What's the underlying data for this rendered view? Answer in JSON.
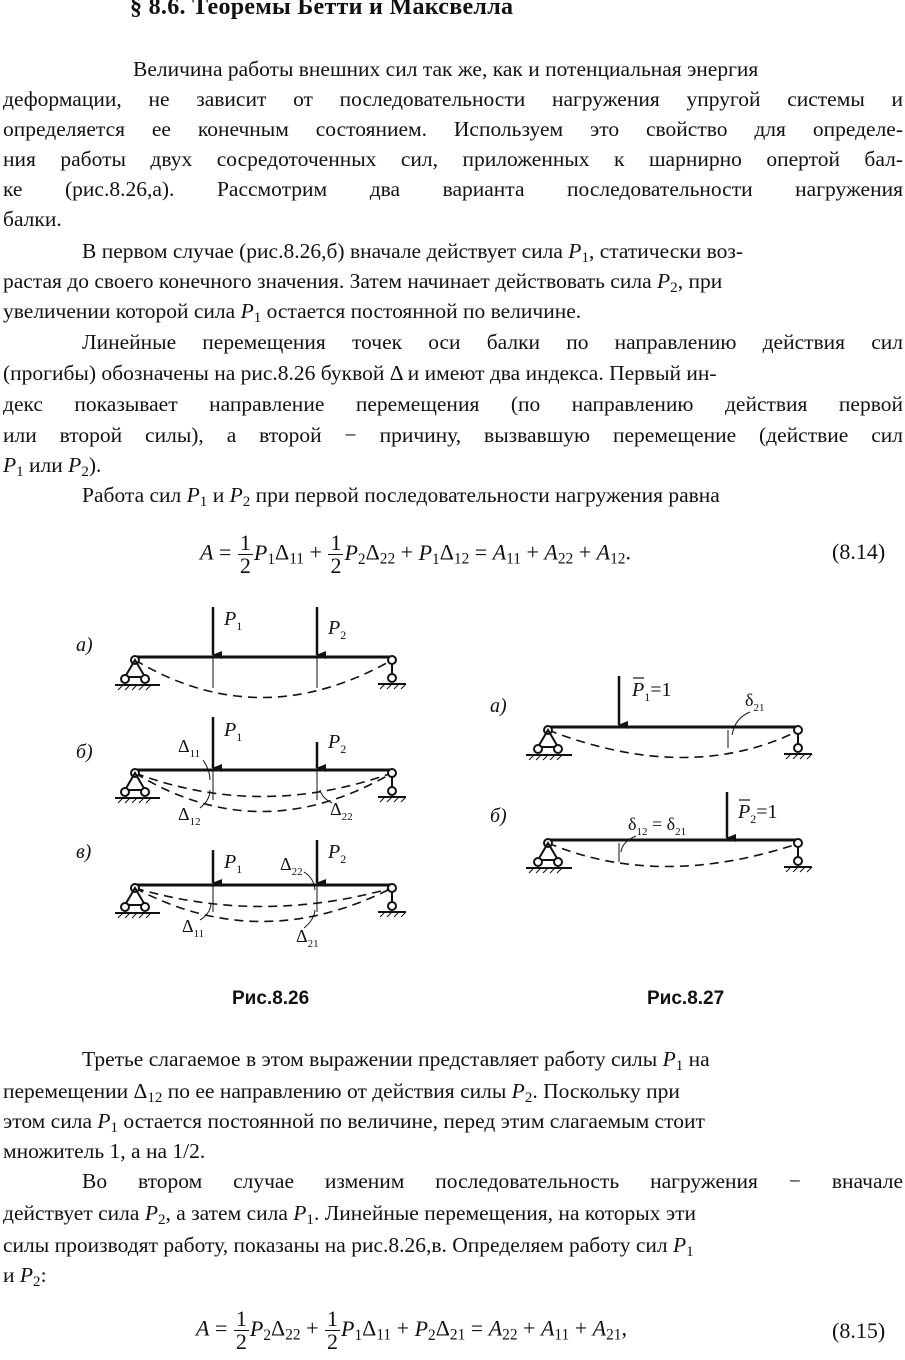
{
  "title": "§ 8.6.  Теоремы  Бетти  и  Максвелла",
  "para1": [
    "Величина работы внешних сил так же, как и потенциальная энергия",
    "деформации, не зависит от последовательности нагружения упругой системы и",
    "определяется ее конечным состоянием. Используем это свойство для определе-",
    "ния работы двух сосредоточенных сил, приложенных к шарнирно опертой бал-",
    "ке (рис.8.26,а).  Рассмотрим  два  варианта  последовательности  нагружения",
    "балки."
  ],
  "para2": {
    "l1a": "В первом случае (рис.8.26,б) вначале действует сила ",
    "l1b": ", статически воз-",
    "l2a": "растая до своего конечного значения. Затем начинает действовать сила ",
    "l2b": ", при",
    "l3a": "увеличении которой сила ",
    "l3b": " остается постоянной по величине."
  },
  "para3": {
    "l1": "Линейные перемещения точек оси балки по направлению действия сил",
    "l2a": "(прогибы) обозначены на рис.8.26 буквой ",
    "l2b": " и имеют два индекса. Первый ин-",
    "l3": "декс показывает направление перемещения (по направлению действия первой",
    "l4": "или второй силы), а второй − причину, вызвавшую перемещение (действие сил",
    "l5a": " или ",
    "l5b": ")."
  },
  "para4": {
    "a": "Работа сил ",
    "b": " и ",
    "c": " при первой последовательности нагружения равна"
  },
  "eq14": {
    "number": "(8.14)"
  },
  "fig26": {
    "caption": "Рис.8.26",
    "labels": [
      "а)",
      "б)",
      "в)"
    ]
  },
  "fig27": {
    "caption": "Рис.8.27",
    "labels": [
      "а)",
      "б)"
    ]
  },
  "para5": {
    "l1a": "Третье слагаемое в этом выражении представляет работу силы ",
    "l1b": " на",
    "l2a": "перемещении ",
    "l2b": " по ее направлению от действия силы ",
    "l2c": ".  Поскольку при",
    "l3a": "этом сила ",
    "l3b": " остается постоянной по величине, перед этим слагаемым стоит",
    "l4": "множитель  1, а на  1/2."
  },
  "para6": {
    "l1": "Во втором случае изменим последовательность нагружения − вначале",
    "l2a": "действует сила ",
    "l2b": ", а затем сила ",
    "l2c": ".  Линейные перемещения, на которых эти",
    "l3a": "силы  производят  работу,  показаны  на  рис.8.26,в.  Определяем работу сил ",
    "l4a": "и ",
    "l4b": ":"
  },
  "eq15": {
    "number": "(8.15)"
  }
}
